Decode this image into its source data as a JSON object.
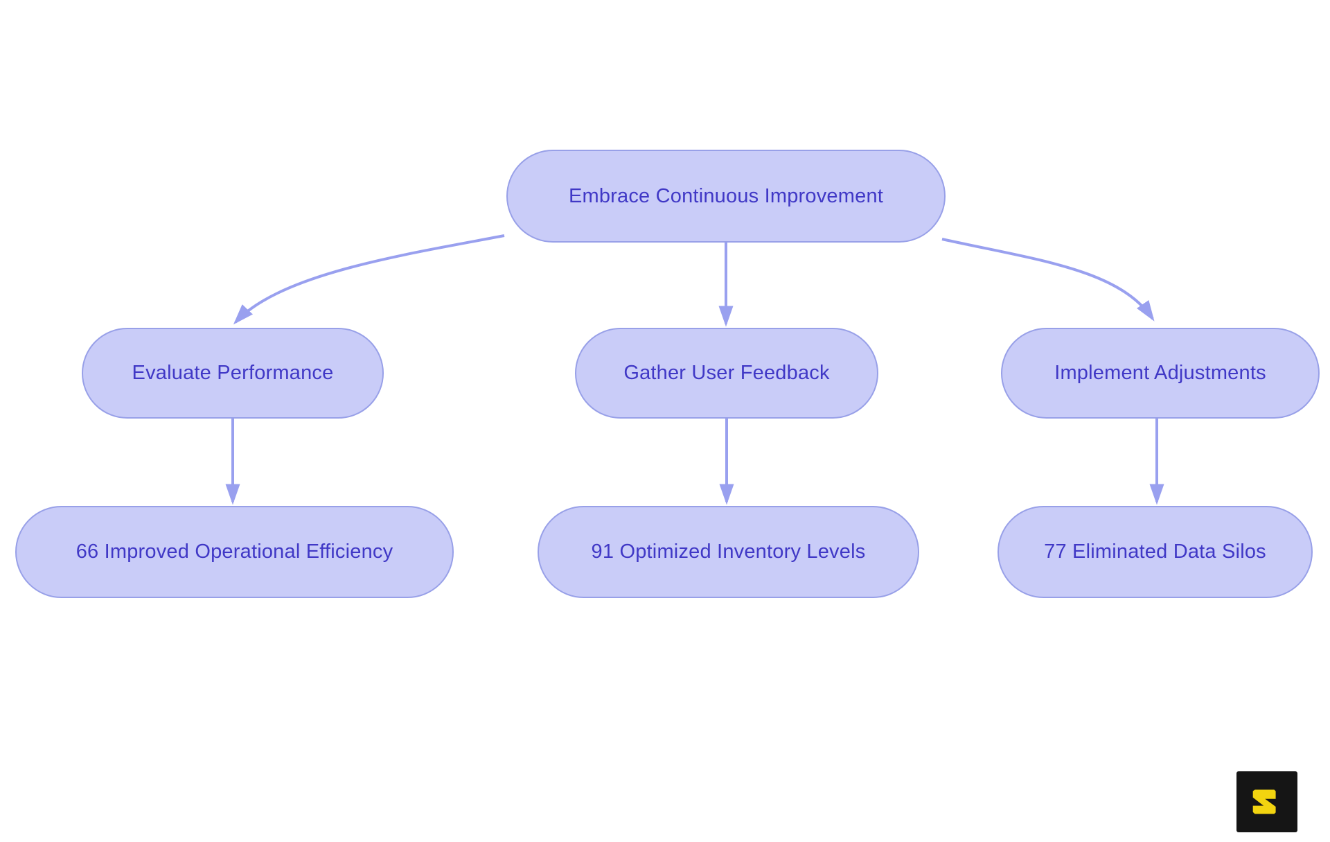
{
  "diagram": {
    "type": "flowchart",
    "direction": "top-down",
    "nodes": [
      {
        "id": "root",
        "label": "Embrace Continuous Improvement"
      },
      {
        "id": "evaluate",
        "label": "Evaluate Performance"
      },
      {
        "id": "gather",
        "label": "Gather User Feedback"
      },
      {
        "id": "implement",
        "label": "Implement Adjustments"
      },
      {
        "id": "efficiency",
        "label": "66 Improved Operational Efficiency"
      },
      {
        "id": "inventory",
        "label": "91 Optimized Inventory Levels"
      },
      {
        "id": "silos",
        "label": "77 Eliminated Data Silos"
      }
    ],
    "edges": [
      {
        "from": "root",
        "to": "evaluate"
      },
      {
        "from": "root",
        "to": "gather"
      },
      {
        "from": "root",
        "to": "implement"
      },
      {
        "from": "evaluate",
        "to": "efficiency"
      },
      {
        "from": "gather",
        "to": "inventory"
      },
      {
        "from": "implement",
        "to": "silos"
      }
    ],
    "colors": {
      "background": "#ffffff",
      "node_fill": "#c9ccf8",
      "node_border": "#98a0e8",
      "node_text": "#4038c6",
      "edge": "#99a0ef",
      "logo_bg": "#151515",
      "logo_glyph": "#f2d410"
    }
  }
}
